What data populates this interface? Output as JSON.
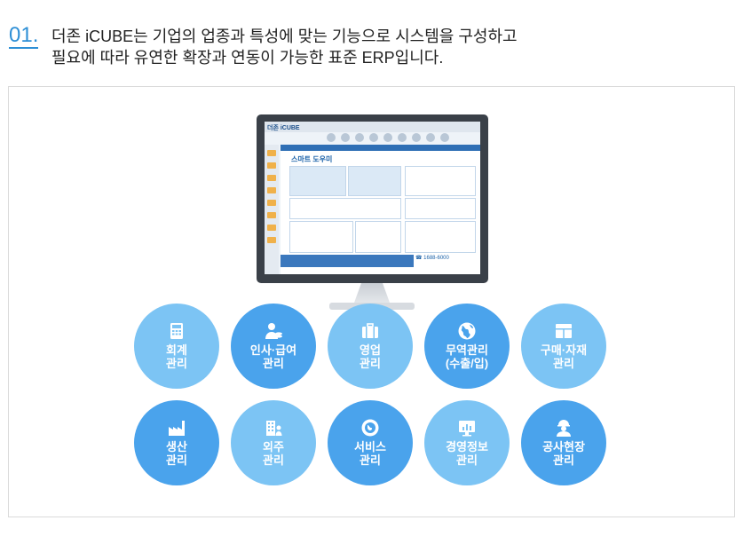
{
  "heading": {
    "number": "01.",
    "line1": "더존 iCUBE는 기업의 업종과 특성에 맞는 기능으로 시스템을 구성하고",
    "line2": "필요에 따라 유연한 확장과 연동이 가능한 표준 ERP입니다."
  },
  "screen": {
    "logo": "더존 iCUBE",
    "title": "스마트 도우미",
    "phone": "☎ 1688-6000"
  },
  "modules": [
    {
      "label": "회계\n관리",
      "icon": "calculator-icon"
    },
    {
      "label": "인사·급여\n관리",
      "icon": "person-coins-icon"
    },
    {
      "label": "영업\n관리",
      "icon": "briefcase-icon"
    },
    {
      "label": "무역관리\n(수출/입)",
      "icon": "globe-icon"
    },
    {
      "label": "구매·자재\n관리",
      "icon": "boxes-icon"
    },
    {
      "label": "생산\n관리",
      "icon": "factory-icon"
    },
    {
      "label": "외주\n관리",
      "icon": "building-person-icon"
    },
    {
      "label": "서비스\n관리",
      "icon": "service-globe-icon"
    },
    {
      "label": "경영정보\n관리",
      "icon": "monitor-chart-icon"
    },
    {
      "label": "공사현장\n관리",
      "icon": "worker-helmet-icon"
    }
  ],
  "colors": {
    "accent": "#2e8fd6",
    "circle_light": "#7cc4f4",
    "circle_dark": "#4aa3ec"
  }
}
